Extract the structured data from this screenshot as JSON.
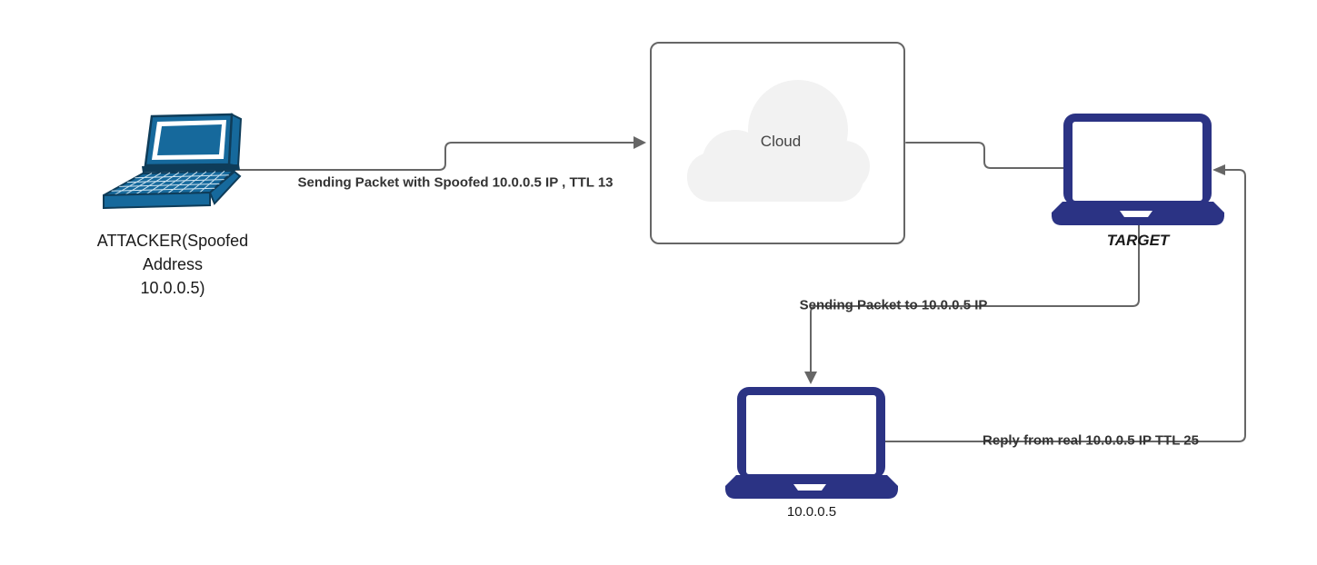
{
  "colors": {
    "attacker_fill": "#16699c",
    "attacker_stroke": "#0e3c59",
    "node_fill": "#2b3384",
    "connector": "#666666",
    "cloud_fill": "#f2f2f2",
    "cloud_border": "#666666",
    "edge_label_color": "#333333",
    "node_label_color": "#1a1a1a"
  },
  "nodes": {
    "attacker": {
      "label": "ATTACKER(Spoofed\nAddress\n10.0.0.5)"
    },
    "cloud": {
      "label": "Cloud"
    },
    "target": {
      "label": "TARGET"
    },
    "real_host": {
      "label": "10.0.0.5"
    }
  },
  "edges": {
    "attacker_to_cloud": {
      "label": "Sending Packet with Spoofed 10.0.0.5 IP , TTL 13"
    },
    "target_to_real_host": {
      "label": "Sending Packet to 10.0.0.5 IP"
    },
    "real_host_to_target": {
      "label": "Reply from real 10.0.0.5 IP TTL 25"
    }
  }
}
